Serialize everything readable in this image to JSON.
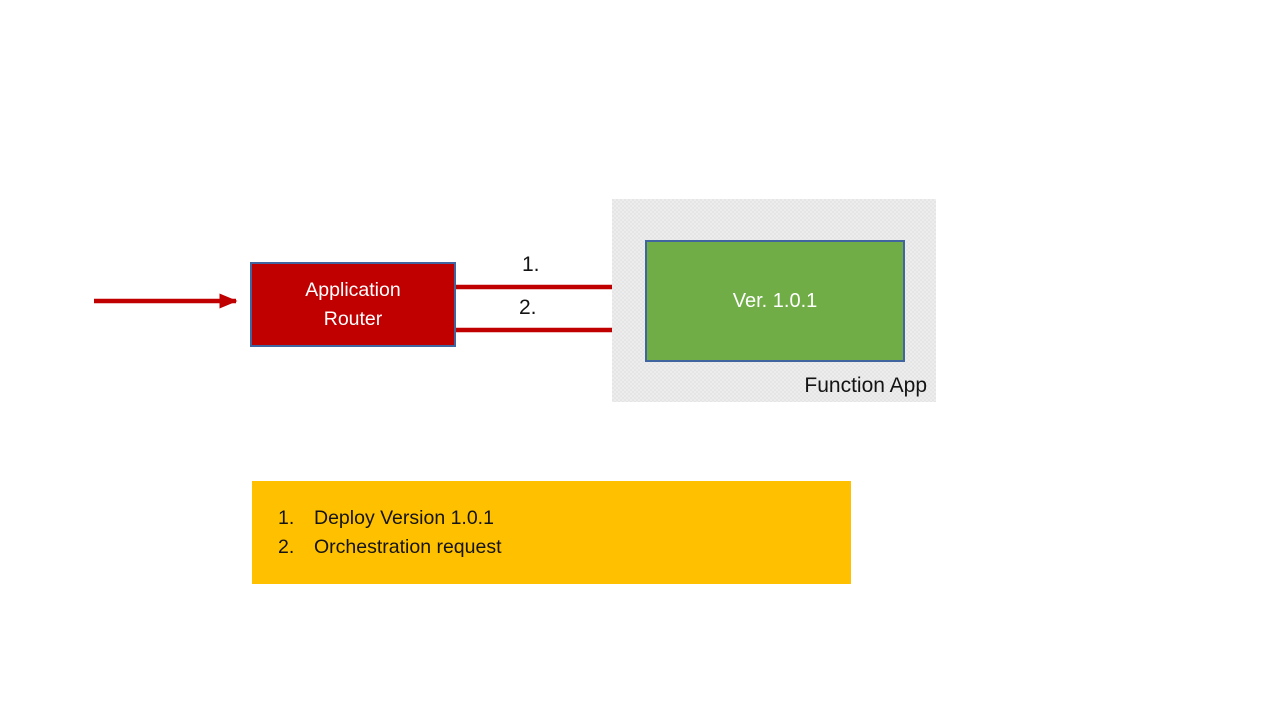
{
  "router": {
    "lines": [
      "Application",
      "Router"
    ],
    "fill": "#C00000",
    "border": "#40659F",
    "text_color": "#FFFFFF"
  },
  "function_app": {
    "label": "Function App",
    "fill": "#E9E9E9",
    "version_box": {
      "label": "Ver. 1.0.1",
      "fill": "#70AD47",
      "border": "#40659F",
      "text_color": "#FFFFFF"
    }
  },
  "arrows": {
    "color": "#C00000",
    "arrow1_label": "1.",
    "arrow2_label": "2."
  },
  "legend": {
    "fill": "#FFC000",
    "text_color": "#141414",
    "items": [
      {
        "num": "1.",
        "text": "Deploy Version 1.0.1"
      },
      {
        "num": "2.",
        "text": "Orchestration request"
      }
    ]
  }
}
